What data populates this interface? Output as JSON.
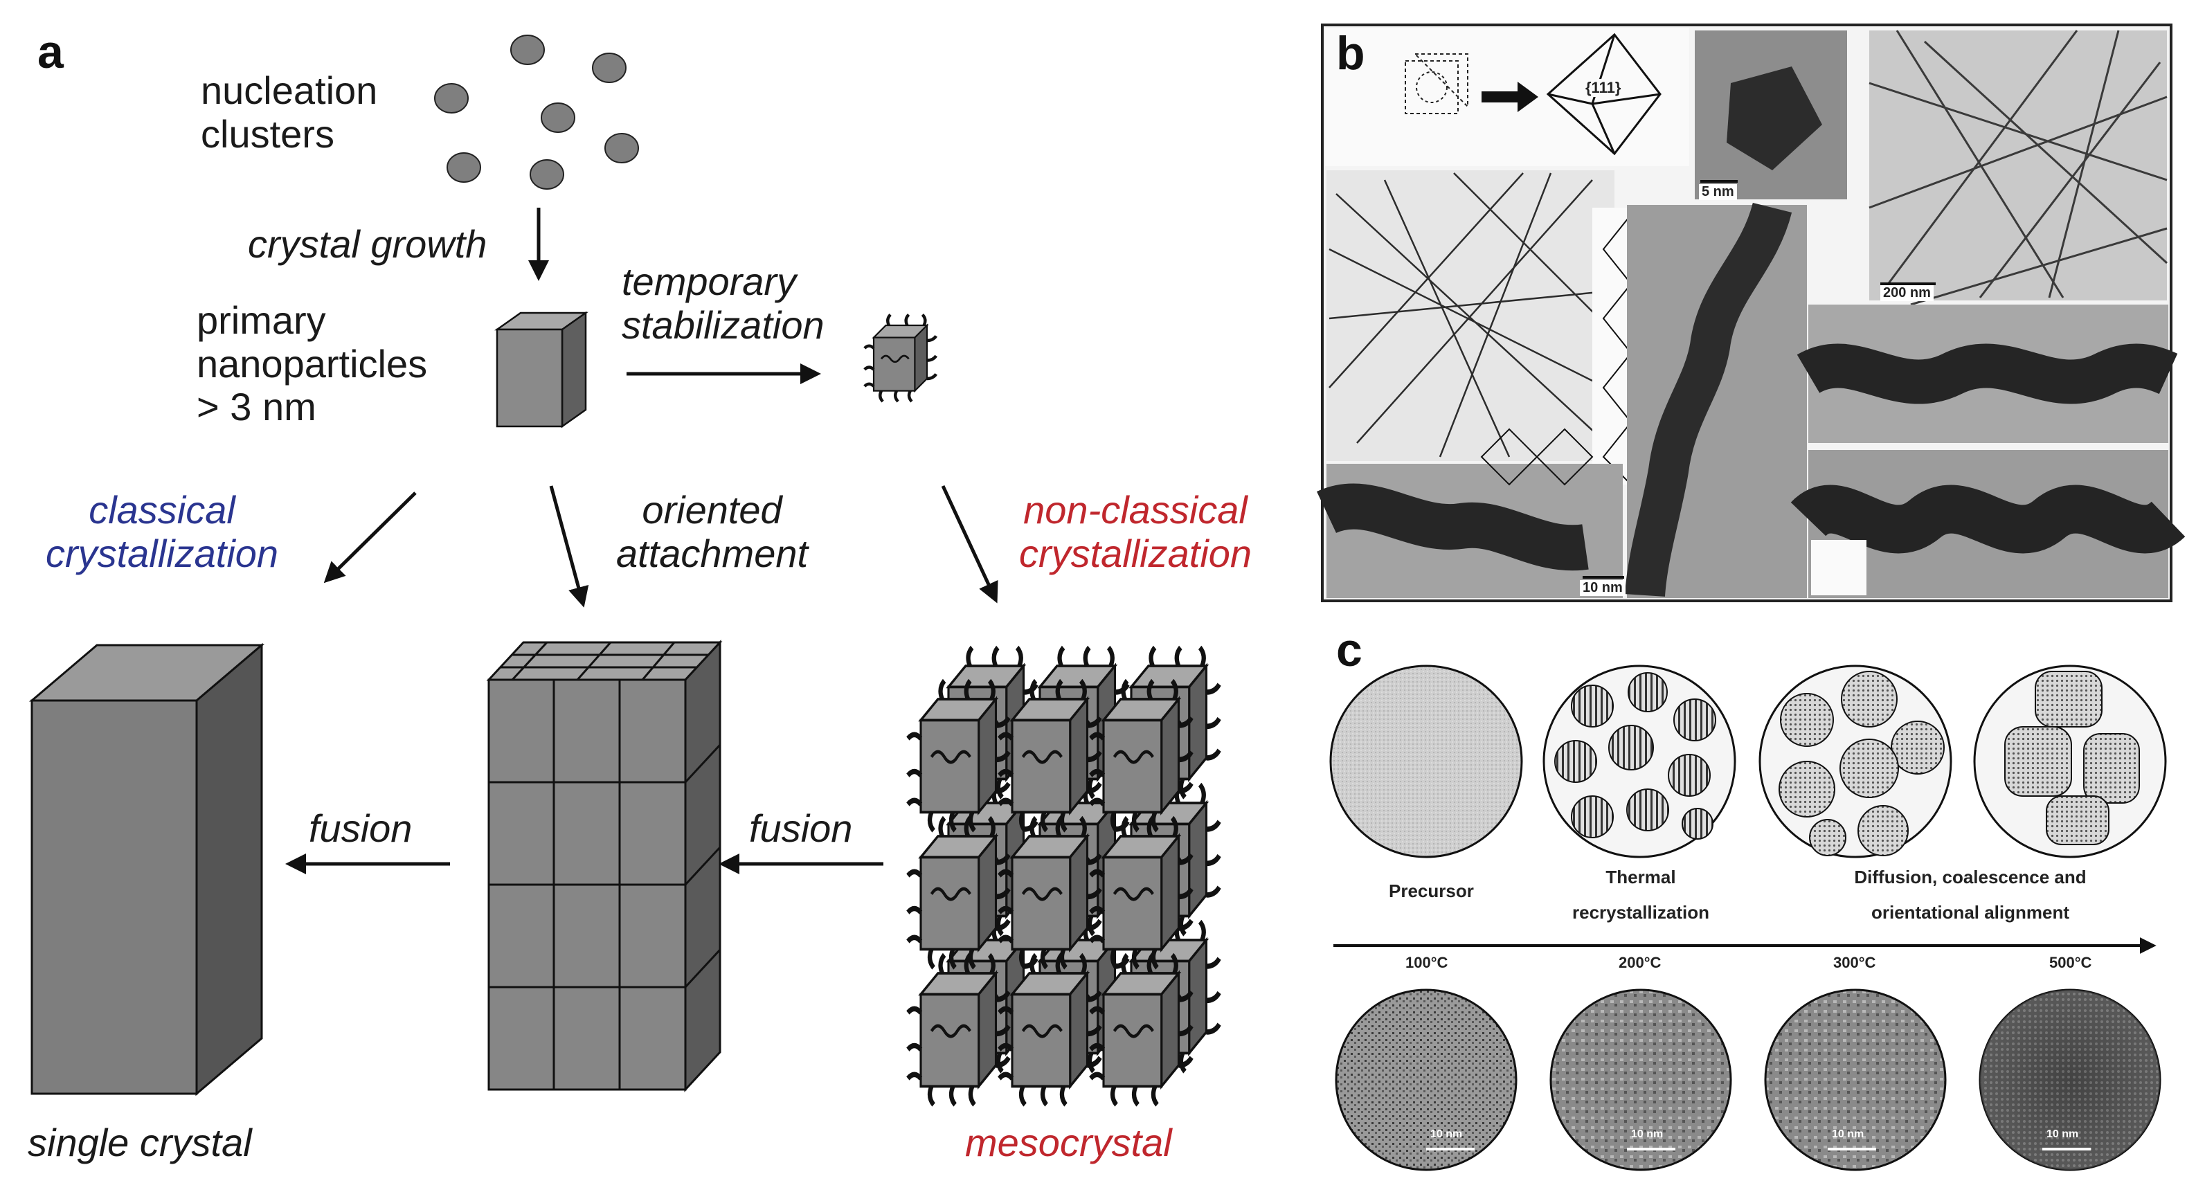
{
  "panel_a": {
    "letter": "a",
    "nucleation_line1": "nucleation",
    "nucleation_line2": "clusters",
    "crystal_growth": "crystal growth",
    "primary_line1": "primary",
    "primary_line2": "nanoparticles",
    "primary_line3": "> 3 nm",
    "temporary_line1": "temporary",
    "temporary_line2": "stabilization",
    "classical_line1": "classical",
    "classical_line2": "crystallization",
    "oriented_line1": "oriented",
    "oriented_line2": "attachment",
    "nonclassical_line1": "non-classical",
    "nonclassical_line2": "crystallization",
    "fusion_left": "fusion",
    "fusion_right": "fusion",
    "single_crystal": "single crystal",
    "mesocrystal": "mesocrystal"
  },
  "panel_b": {
    "letter": "b",
    "facet_label": "{111}",
    "scale_top": "5 nm",
    "scale_right": "200 nm",
    "scale_bottom": "10 nm"
  },
  "panel_c": {
    "letter": "c",
    "stage1": "Precursor",
    "stage2_line1": "Thermal",
    "stage2_line2": "recrystallization",
    "stage3_line1": "Diffusion, coalescence and",
    "stage3_line2": "orientational alignment",
    "temp1": "100°C",
    "temp2": "200°C",
    "temp3": "300°C",
    "temp4": "500°C",
    "scale1": "10 nm",
    "scale2": "10 nm",
    "scale3": "10 nm",
    "scale4": "10 nm"
  },
  "colors": {
    "blue_text": "#2a3590",
    "red_text": "#c0272d",
    "crystal_gray": "#7d7d7d"
  }
}
